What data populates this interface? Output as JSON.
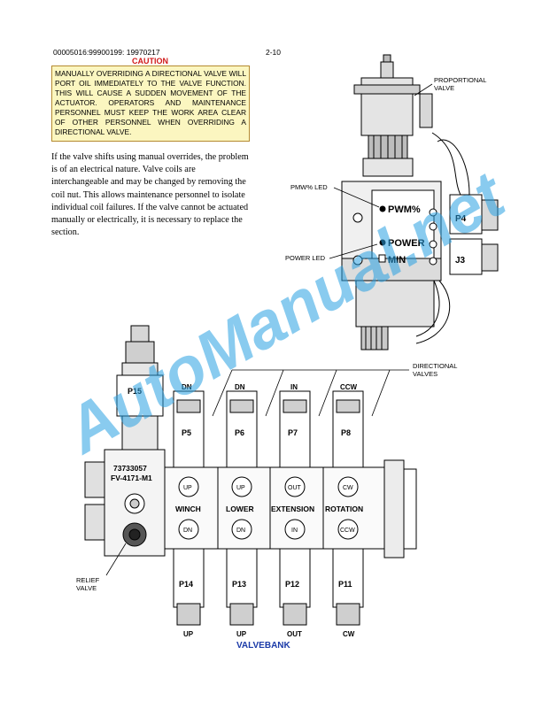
{
  "header": {
    "doc_id": "00005016:99900199: 19970217",
    "page": "2-10"
  },
  "caution": {
    "title": "CAUTION",
    "text": "MANUALLY OVERRIDING A DIRECTIONAL VALVE WILL PORT OIL IMMEDIATELY TO THE VALVE FUNCTION. THIS WILL CAUSE A SUDDEN MOVEMENT OF THE ACTUATOR. OPERATORS AND MAINTENANCE PERSONNEL MUST KEEP THE WORK AREA CLEAR OF OTHER PERSONNEL WHEN OVERRIDING A DIRECTIONAL VALVE."
  },
  "body_text": "If the valve shifts using manual overrides, the problem is of an electrical nature. Valve coils are interchangeable and may be changed by removing the coil nut. This allows maintenance personnel to isolate individual coil failures. If the valve cannot be actuated manually or electrically, it is necessary to replace the section.",
  "prop_valve": {
    "callout": "PROPORTIONAL\nVALVE",
    "pwm_led_label": "PMW% LED",
    "power_led_label": "POWER LED",
    "pwm": "PWM%",
    "power": "POWER",
    "min": "MIN",
    "p4": "P4",
    "j3": "J3"
  },
  "valvebank": {
    "title": "VALVEBANK",
    "directional_callout": "DIRECTIONAL\nVALVES",
    "relief_callout": "RELIEF\nVALVE",
    "p15": "P15",
    "part_number": "73733057",
    "model": "FV-4171-M1",
    "sections": [
      {
        "top": "DN",
        "top_plug": "P5",
        "btn_up": "UP",
        "name": "WINCH",
        "btn_dn": "DN",
        "bot_plug": "P14",
        "bottom": "UP"
      },
      {
        "top": "DN",
        "top_plug": "P6",
        "btn_up": "UP",
        "name": "LOWER",
        "btn_dn": "DN",
        "bot_plug": "P13",
        "bottom": "UP"
      },
      {
        "top": "IN",
        "top_plug": "P7",
        "btn_up": "OUT",
        "name": "EXTENSION",
        "btn_dn": "IN",
        "bot_plug": "P12",
        "bottom": "OUT"
      },
      {
        "top": "CCW",
        "top_plug": "P8",
        "btn_up": "CW",
        "name": "ROTATION",
        "btn_dn": "CCW",
        "bot_plug": "P11",
        "bottom": "CW"
      }
    ]
  },
  "watermark": "AutoManual.net",
  "colors": {
    "caution_red": "#d01818",
    "caution_bg": "#fbf6c0",
    "title_blue": "#1a3aa8",
    "watermark": "#28a0e1"
  }
}
